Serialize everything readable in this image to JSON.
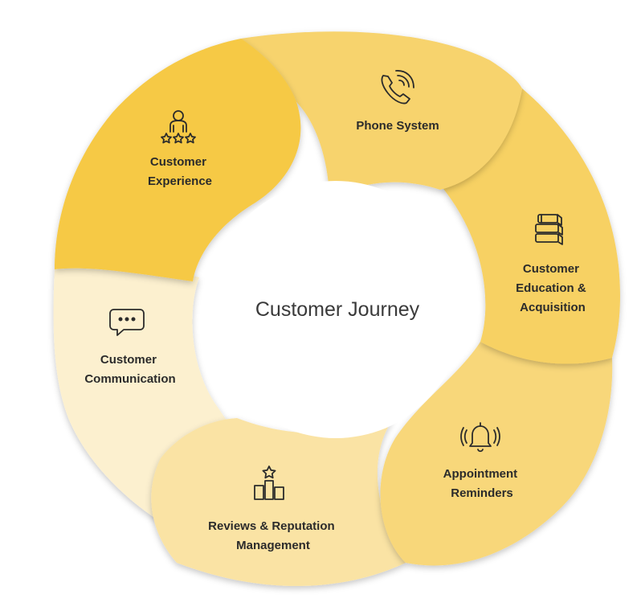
{
  "center": {
    "title": "Customer Journey"
  },
  "segments": [
    {
      "id": "customer-experience",
      "lines": [
        "Customer",
        "Experience"
      ],
      "icon": "person-stars-icon",
      "color": "#F6C944"
    },
    {
      "id": "phone-system",
      "lines": [
        "Phone System"
      ],
      "icon": "phone-ringing-icon",
      "color": "#F7D36D"
    },
    {
      "id": "customer-education",
      "lines": [
        "Customer",
        "Education &",
        "Acquisition"
      ],
      "icon": "stacked-books-icon",
      "color": "#F7D164"
    },
    {
      "id": "appointment-reminders",
      "lines": [
        "Appointment",
        "Reminders"
      ],
      "icon": "ringing-bell-icon",
      "color": "#F8D77A"
    },
    {
      "id": "reviews-reputation",
      "lines": [
        "Reviews & Reputation",
        "Management"
      ],
      "icon": "podium-star-icon",
      "color": "#FAE3A4"
    },
    {
      "id": "customer-communication",
      "lines": [
        "Customer",
        "Communication"
      ],
      "icon": "chat-bubble-icon",
      "color": "#FCF0CF"
    }
  ]
}
